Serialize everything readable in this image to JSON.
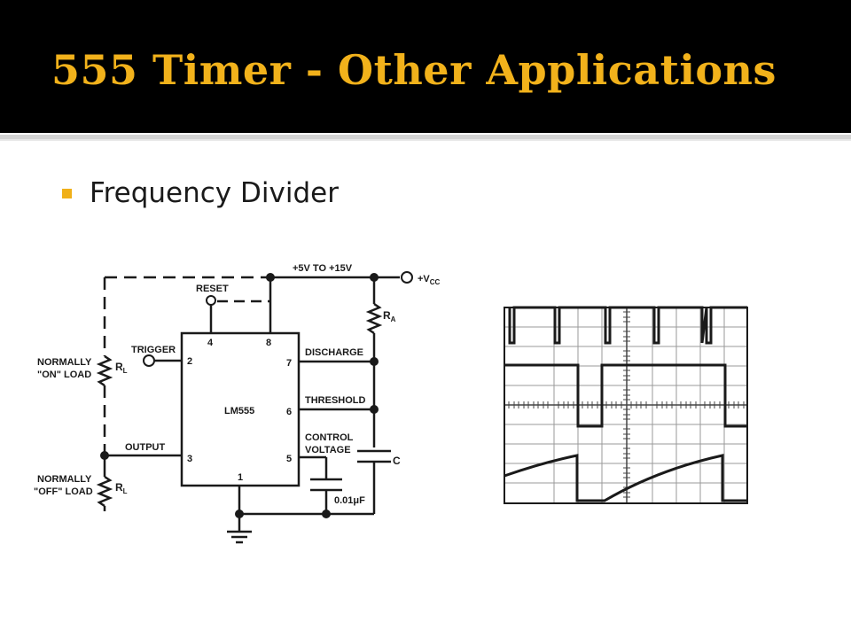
{
  "slide": {
    "title": "555 Timer - Other Applications",
    "bullet": "Frequency Divider"
  },
  "circuit": {
    "supply": "+5V TO +15V",
    "vcc": "+V",
    "vcc_sub": "CC",
    "reset": "RESET",
    "trigger": "TRIGGER",
    "discharge": "DISCHARGE",
    "threshold": "THRESHOLD",
    "control_line1": "CONTROL",
    "control_line2": "VOLTAGE",
    "output": "OUTPUT",
    "chip": "LM555",
    "on_load_line1": "NORMALLY",
    "on_load_line2": "\"ON\" LOAD",
    "off_load_line1": "NORMALLY",
    "off_load_line2": "\"OFF\" LOAD",
    "rl": "R",
    "rl_sub": "L",
    "ra": "R",
    "ra_sub": "A",
    "cap": "C",
    "cap_value": "0.01μF",
    "pins": {
      "p1": "1",
      "p2": "2",
      "p3": "3",
      "p4": "4",
      "p5": "5",
      "p6": "6",
      "p7": "7",
      "p8": "8"
    }
  },
  "colors": {
    "title": "#f2b21b",
    "bullet": "#f0b019",
    "title_bg": "#000000"
  }
}
